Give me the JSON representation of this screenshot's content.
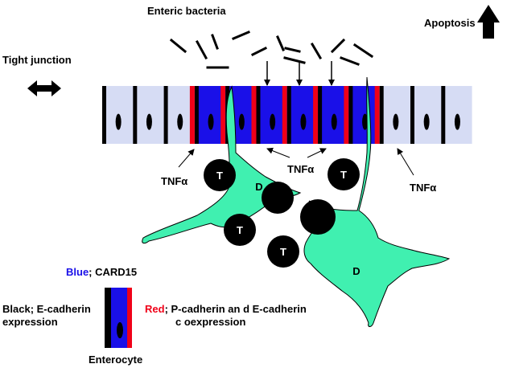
{
  "labels": {
    "enteric_bacteria": "Enteric bacteria",
    "apoptosis": "Apoptosis",
    "tight_junction": "Tight junction",
    "tnf_left": "TNFα",
    "tnf_mid": "TNFα",
    "tnf_right": "TNFα",
    "t_cell": "T",
    "d_cell": "D",
    "enterocyte": "Enterocyte"
  },
  "legend": {
    "blue_color_word": "Blue",
    "blue_rest": "; CARD15",
    "black_line1": "Black; E-cadherin",
    "black_line2": "expression",
    "red_color_word": "Red",
    "red_rest": "; P-cadherin an d E-cadherin",
    "red_line2": "c oexpression"
  },
  "colors": {
    "card15_blue": "#1a10e8",
    "pcadherin_red": "#f00018",
    "ecadherin_black": "#000000",
    "normal_cell_fill": "#d6dcf4",
    "dendritic_cell": "#40f0b0",
    "t_cell": "#000000",
    "legend_blue_text": "#1a10e8",
    "legend_red_text": "#f00018"
  },
  "icons": {
    "apoptosis": "up-arrow-icon",
    "tight_junction": "double-arrow-icon"
  }
}
